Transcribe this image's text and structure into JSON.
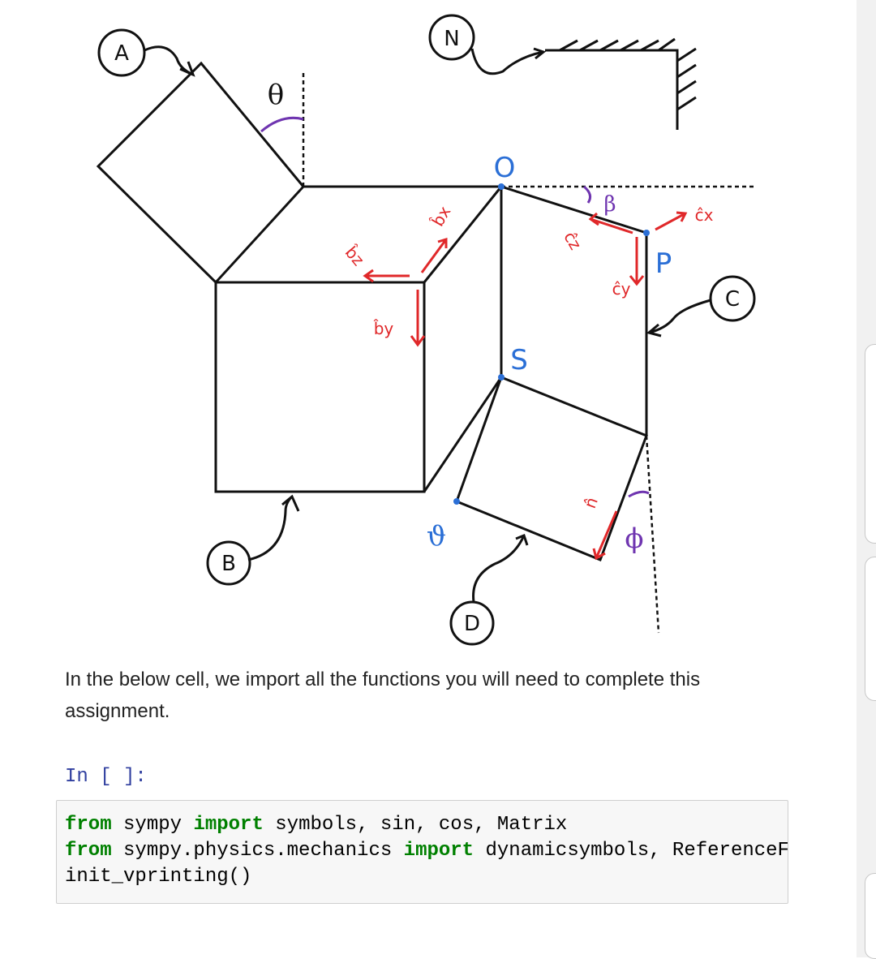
{
  "figure": {
    "body_labels": [
      "A",
      "B",
      "C",
      "D",
      "N"
    ],
    "angles": [
      "θ",
      "β",
      "ϕ"
    ],
    "points": [
      "O",
      "S",
      "P",
      "ϑ"
    ],
    "vectors": [
      "b̂x",
      "b̂y",
      "b̂z",
      "ĉx",
      "ĉy",
      "ĉz",
      "n̂"
    ],
    "colors": {
      "line": "#111111",
      "vector": "#e0282a",
      "angle": "#6f35b0",
      "point": "#2b6fd6"
    }
  },
  "markdown": {
    "text": "In the below cell, we import all the functions you will need to complete this assignment."
  },
  "cell": {
    "prompt": "In [ ]:",
    "code": {
      "line1": {
        "k1": "from",
        "t1": " sympy ",
        "k2": "import",
        "t2": " symbols, sin, cos, Matrix"
      },
      "line2": {
        "k1": "from",
        "t1": " sympy.physics.mechanics ",
        "k2": "import",
        "t2": " dynamicsymbols, ReferenceFrame"
      },
      "line3": "init_vprinting()"
    }
  }
}
